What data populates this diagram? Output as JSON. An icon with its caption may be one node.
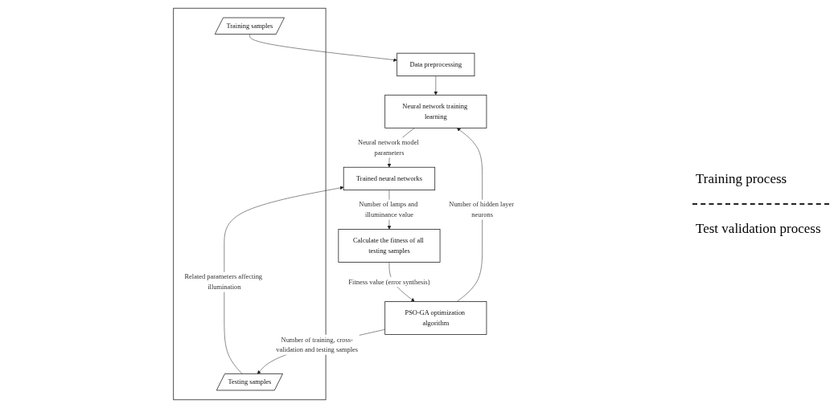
{
  "diagram": {
    "nodes": [
      {
        "text": [],
        "shape": "box"
      },
      {
        "text": [
          "Training samples"
        ],
        "in": 0
      },
      {
        "text": [
          "Data preprocessing"
        ]
      },
      {
        "text": [
          "Neural network training learning"
        ]
      },
      {
        "text": [
          "Testing samples"
        ],
        "in": 0
      },
      {
        "text": [
          "Trained neural networks"
        ]
      },
      {
        "text": [
          "Calculate the fitness of all testing samples"
        ]
      },
      {
        "text": [
          "PSO-GA optimization algorithm"
        ]
      }
    ],
    "edges": [
      {
        "from": 1,
        "to": 2,
        "arrow": "to"
      },
      {
        "from": 2,
        "to": 3,
        "arrow": "to"
      },
      {
        "from": 3,
        "to": 5,
        "arrow": "to",
        "label": "Neural network model parameters"
      },
      {
        "from": 4,
        "to": 5,
        "arrow": "to",
        "label": "Related parameters affecting illumination"
      },
      {
        "from": 5,
        "to": 6,
        "arrow": "to",
        "label": "Number of lamps and illuminance value"
      },
      {
        "from": 6,
        "to": 7,
        "arrow": "to",
        "label": "Fitness value (error synthesis)"
      },
      {
        "from": 7,
        "to": 4,
        "arrow": "to",
        "label": "Number of training, cross-validation and testing samples"
      },
      {
        "from": 7,
        "to": 3,
        "arrow": "to",
        "label": "Number of hidden layer neurons"
      }
    ],
    "labels": [
      "Training process",
      "Test validation process"
    ]
  }
}
